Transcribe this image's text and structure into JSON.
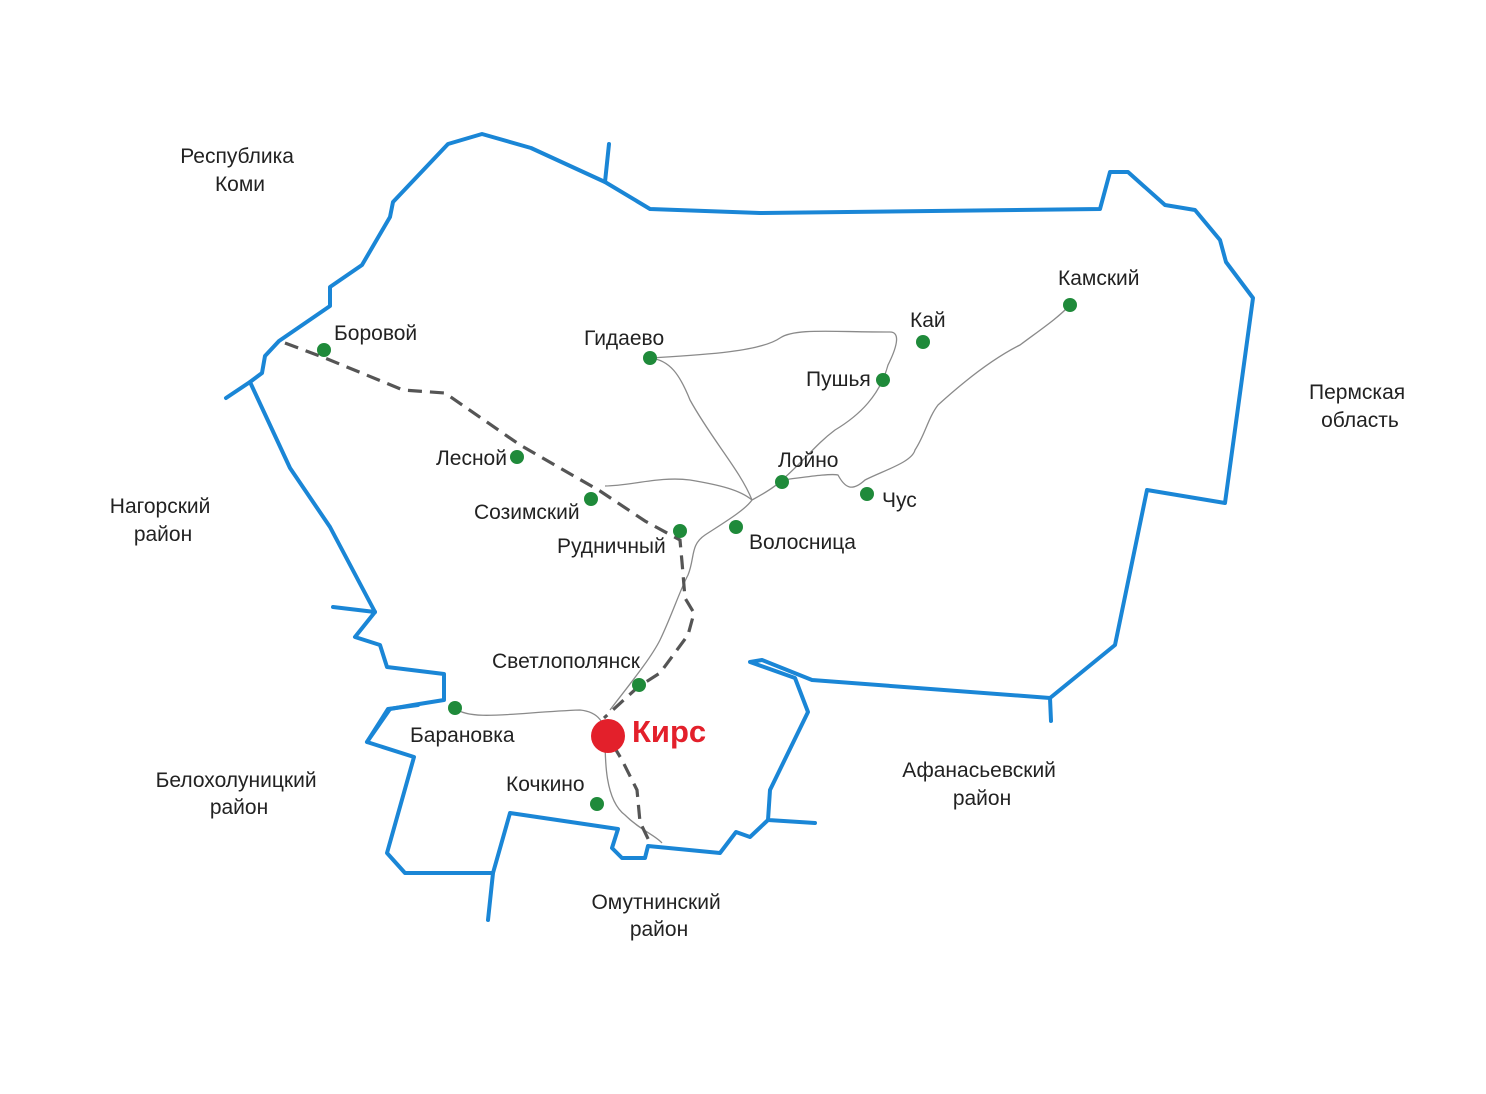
{
  "colors": {
    "border": "#1a86d6",
    "road": "#8a8a8a",
    "railway": "#555555",
    "settlement": "#1f8a3a",
    "capital": "#e3202b",
    "label": "#222222"
  },
  "neighbors": {
    "komi": [
      "Республика",
      "Коми"
    ],
    "nagorsky": [
      "Нагорский",
      "район"
    ],
    "perm": [
      "Пермская",
      "область"
    ],
    "belokholunitsky": [
      "Белохолуницкий",
      "район"
    ],
    "afanasyevsky": [
      "Афанасьевский",
      "район"
    ],
    "omutninsky": [
      "Омутнинский",
      "район"
    ]
  },
  "capital": {
    "name": "Кирс"
  },
  "settlements": {
    "borovoy": "Боровой",
    "gidaevo": "Гидаево",
    "kai": "Кай",
    "kamsky": "Камский",
    "pushya": "Пушья",
    "lesnoy": "Лесной",
    "loino": "Лойно",
    "chus": "Чус",
    "sozimsky": "Созимский",
    "rudnichny": "Рудничный",
    "volosnitsa": "Волосница",
    "svetlopolyansk": "Светлополянск",
    "baranovka": "Барановка",
    "kochkino": "Кочкино"
  }
}
